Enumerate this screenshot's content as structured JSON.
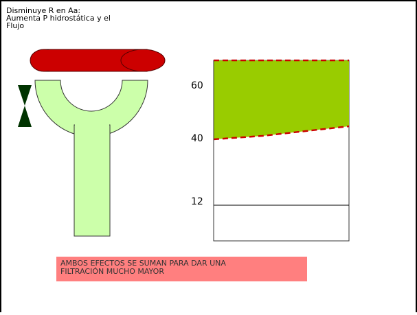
{
  "title": "Disminuye R en Aa:\nAumenta P hidrostática y el\nFlujo",
  "pressure_labels": [
    "60",
    "40",
    "12"
  ],
  "banner": "AMBOS EFECTOS SE SUMAN PARA DAR UNA\nFILTRACIÓN MUCHO MAYOR",
  "colors": {
    "vessel_red": "#cc0000",
    "capillary_green": "#ccffaa",
    "filtration_green": "#99cc00",
    "dashed_red": "#cc0000",
    "constrictor_dark": "#003300",
    "banner_bg": "#ff7f7f"
  }
}
